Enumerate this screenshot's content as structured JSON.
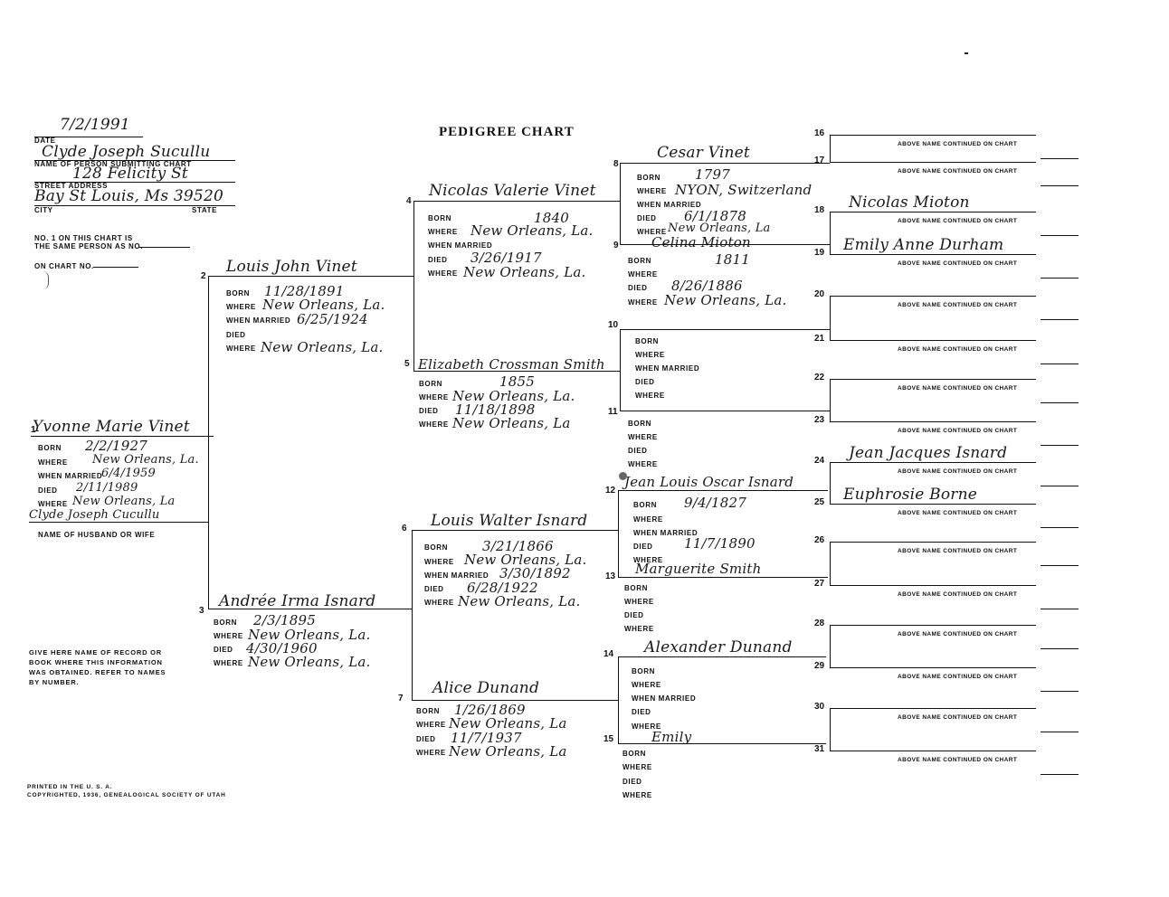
{
  "title": "PEDIGREE CHART",
  "header": {
    "date": "7/2/1991",
    "date_label": "DATE",
    "submitter_name": "Clyde Joseph Sucullu",
    "submitter_label": "NAME OF PERSON SUBMITTING CHART",
    "street": "128 Felicity St",
    "street_label": "STREET ADDRESS",
    "city": "Bay St Louis, Ms  39520",
    "city_label": "CITY",
    "state_label": "STATE",
    "same_person_label_1": "NO. 1 ON THIS CHART IS",
    "same_person_label_2": "THE SAME PERSON AS NO.",
    "on_chart_label": "ON CHART NO."
  },
  "labels": {
    "born": "BORN",
    "where": "WHERE",
    "when_married": "WHEN MARRIED",
    "died": "DIED",
    "spouse": "NAME OF HUSBAND OR WIFE",
    "continued": "ABOVE NAME CONTINUED ON CHART"
  },
  "people": {
    "p1": {
      "num": "1",
      "name": "Yvonne Marie Vinet",
      "born": "2/2/1927",
      "born_where": "New Orleans, La.",
      "married": "6/4/1959",
      "died": "2/11/1989",
      "died_where": "New Orleans, La",
      "spouse": "Clyde Joseph Cucullu"
    },
    "p2": {
      "num": "2",
      "name": "Louis John Vinet",
      "born": "11/28/1891",
      "born_where": "New Orleans, La.",
      "married": "6/25/1924",
      "died_where": "New Orleans, La."
    },
    "p3": {
      "num": "3",
      "name": "Andrée Irma Isnard",
      "born": "2/3/1895",
      "born_where": "New Orleans, La.",
      "died": "4/30/1960",
      "died_where": "New Orleans, La."
    },
    "p4": {
      "num": "4",
      "name": "Nicolas Valerie Vinet",
      "born": "1840",
      "born_where": "New Orleans, La.",
      "died": "3/26/1917",
      "died_where": "New Orleans, La."
    },
    "p5": {
      "num": "5",
      "name": "Elizabeth Crossman Smith",
      "born": "1855",
      "born_where": "New Orleans, La.",
      "died": "11/18/1898",
      "died_where": "New Orleans, La"
    },
    "p6": {
      "num": "6",
      "name": "Louis Walter Isnard",
      "born": "3/21/1866",
      "born_where": "New Orleans, La.",
      "married": "3/30/1892",
      "died": "6/28/1922",
      "died_where": "New Orleans, La."
    },
    "p7": {
      "num": "7",
      "name": "Alice Dunand",
      "born": "1/26/1869",
      "born_where": "New Orleans, La",
      "died": "11/7/1937",
      "died_where": "New Orleans, La"
    },
    "p8": {
      "num": "8",
      "name": "Cesar Vinet",
      "born": "1797",
      "born_where": "NYON, Switzerland",
      "died": "6/1/1878",
      "died_where": "New Orleans, La"
    },
    "p9": {
      "num": "9",
      "name": "Celina Mioton",
      "born": "1811",
      "died": "8/26/1886",
      "died_where": "New Orleans, La."
    },
    "p10": {
      "num": "10"
    },
    "p11": {
      "num": "11"
    },
    "p12": {
      "num": "12",
      "name": "Jean Louis Oscar Isnard",
      "born": "9/4/1827",
      "died": "11/7/1890"
    },
    "p13": {
      "num": "13",
      "name": "Marguerite Smith"
    },
    "p14": {
      "num": "14",
      "name": "Alexander Dunand"
    },
    "p15": {
      "num": "15",
      "name": "Emily"
    }
  },
  "ancestors": [
    {
      "num": "16",
      "name": ""
    },
    {
      "num": "17",
      "name": ""
    },
    {
      "num": "18",
      "name": "Nicolas Mioton"
    },
    {
      "num": "19",
      "name": "Emily Anne Durham"
    },
    {
      "num": "20",
      "name": ""
    },
    {
      "num": "21",
      "name": ""
    },
    {
      "num": "22",
      "name": ""
    },
    {
      "num": "23",
      "name": ""
    },
    {
      "num": "24",
      "name": "Jean Jacques Isnard"
    },
    {
      "num": "25",
      "name": "Euphrosie Borne"
    },
    {
      "num": "26",
      "name": ""
    },
    {
      "num": "27",
      "name": ""
    },
    {
      "num": "28",
      "name": ""
    },
    {
      "num": "29",
      "name": ""
    },
    {
      "num": "30",
      "name": ""
    },
    {
      "num": "31",
      "name": ""
    }
  ],
  "notes": {
    "source_note": [
      "GIVE HERE NAME OF RECORD OR",
      "BOOK WHERE THIS INFORMATION",
      "WAS OBTAINED.  REFER TO NAMES",
      "BY NUMBER."
    ],
    "printed": [
      "PRINTED IN THE U. S. A.",
      "COPYRIGHTED, 1936, GENEALOGICAL SOCIETY OF UTAH"
    ]
  }
}
